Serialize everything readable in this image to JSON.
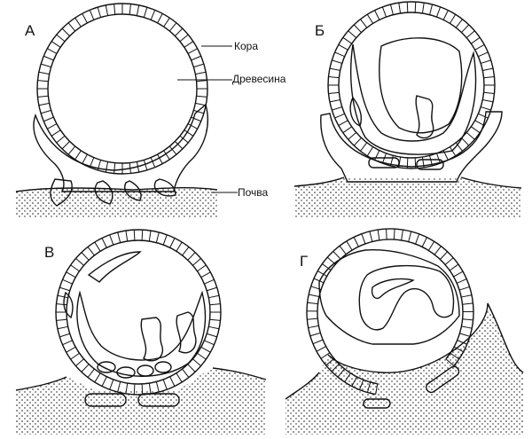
{
  "panels": [
    {
      "id": "a",
      "label": "А"
    },
    {
      "id": "b",
      "label": "Б"
    },
    {
      "id": "v",
      "label": "В"
    },
    {
      "id": "g",
      "label": "Г"
    }
  ],
  "annotations": {
    "bark": "Кора",
    "wood": "Древесина",
    "soil": "Почва"
  }
}
